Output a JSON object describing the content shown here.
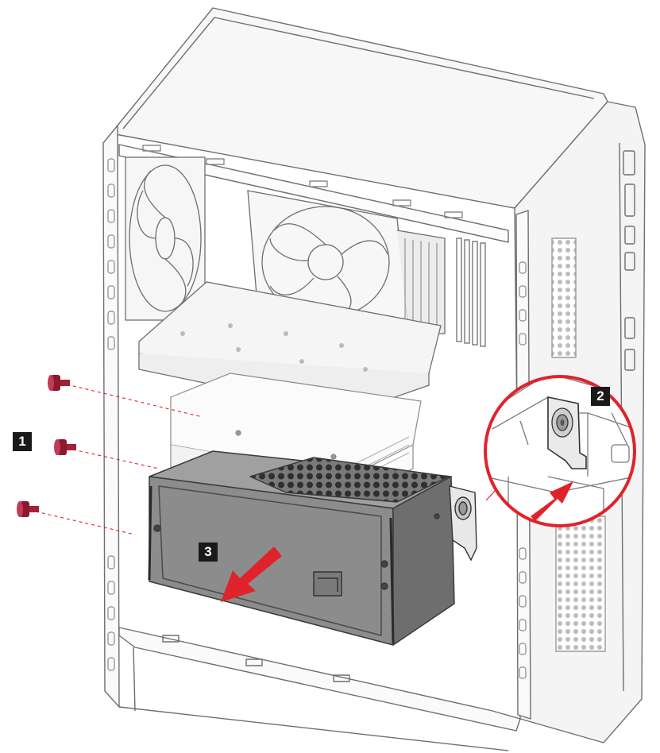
{
  "steps": {
    "step1": "1",
    "step2": "2",
    "step3": "3"
  },
  "colors": {
    "line": "#6e6e6e",
    "screw": "#a3203a",
    "arrow": "#e0232a",
    "highlight_circle": "#e0232a",
    "psu_body": "#8c8c8c",
    "badge": "#1a1a1a"
  },
  "icons": {
    "screw": "screw-icon",
    "arrow": "arrow-icon",
    "latch": "latch-icon"
  }
}
